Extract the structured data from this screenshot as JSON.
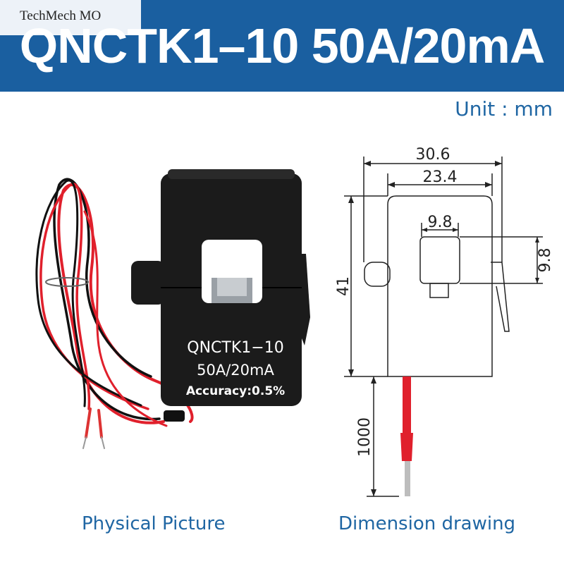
{
  "header": {
    "title": "QNCTK1–10 50A/20mA",
    "background": "#1a5fa0"
  },
  "watermark": "TechMech MO",
  "unit_label": "Unit : mm",
  "product_labels": {
    "model": "QNCTK1−10",
    "rating": "50A/20mA",
    "accuracy": "Accuracy:0.5%"
  },
  "dimensions": {
    "outer_width": "30.6",
    "inner_width": "23.4",
    "window_width": "9.8",
    "window_height": "9.8",
    "height": "41",
    "cable_length": "1000"
  },
  "captions": {
    "left": "Physical Picture",
    "right": "Dimension drawing"
  },
  "colors": {
    "caption": "#1f66a3",
    "body": "#1b1b1b",
    "wire_red": "#e0202c"
  }
}
